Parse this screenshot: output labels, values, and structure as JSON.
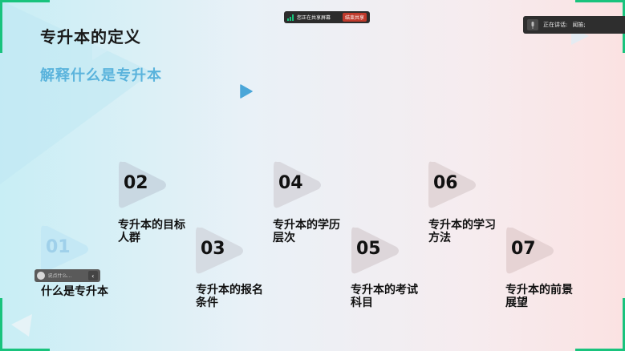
{
  "slide": {
    "title": "专升本的定义",
    "subtitle": "解释什么是专升本"
  },
  "share_bar": {
    "text": "您正在共享屏幕",
    "stop_label": "结束共享"
  },
  "speaking_bar": {
    "label": "正在讲话:",
    "speaker": "闻笛;"
  },
  "chat": {
    "placeholder": "说点什么..."
  },
  "nodes": [
    {
      "num": "01",
      "label": "什么是专升本"
    },
    {
      "num": "02",
      "label": "专升本的目标人群"
    },
    {
      "num": "03",
      "label": "专升本的报名条件"
    },
    {
      "num": "04",
      "label": "专升本的学历层次"
    },
    {
      "num": "05",
      "label": "专升本的考试科目"
    },
    {
      "num": "06",
      "label": "专升本的学习方法"
    },
    {
      "num": "07",
      "label": "专升本的前景展望"
    }
  ],
  "colors": {
    "accent_green": "#19c37d",
    "subtitle_blue": "#5ab3dc"
  }
}
